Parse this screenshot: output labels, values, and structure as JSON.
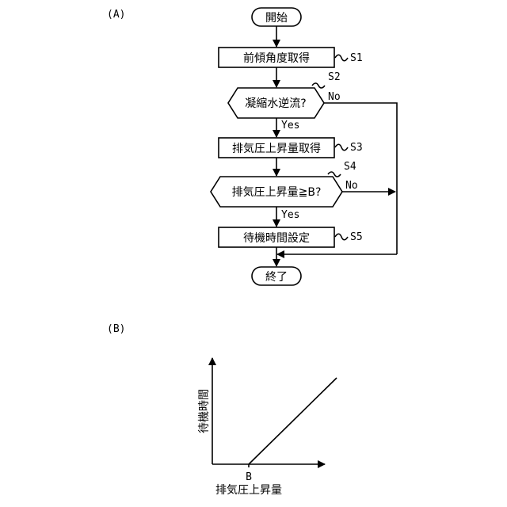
{
  "figure": {
    "panel_a_label": "(A)",
    "panel_b_label": "(B)"
  },
  "flowchart": {
    "start": "開始",
    "s1": {
      "text": "前傾角度取得",
      "step": "S1"
    },
    "s2": {
      "text": "凝縮水逆流?",
      "step": "S2",
      "no_label": "No",
      "yes_label": "Yes"
    },
    "s3": {
      "text": "排気圧上昇量取得",
      "step": "S3"
    },
    "s4": {
      "text": "排気圧上昇量≧B?",
      "step": "S4",
      "no_label": "No",
      "yes_label": "Yes"
    },
    "s5": {
      "text": "待機時間設定",
      "step": "S5"
    },
    "end": "終了"
  },
  "chart_data": {
    "type": "line",
    "xlabel": "排気圧上昇量",
    "ylabel": "待機時間",
    "x_ticks": [
      "B"
    ],
    "series": [
      {
        "x": [
          "B",
          ""
        ],
        "description_points": [
          [
            0,
            0
          ],
          [
            1,
            1
          ]
        ]
      }
    ]
  }
}
